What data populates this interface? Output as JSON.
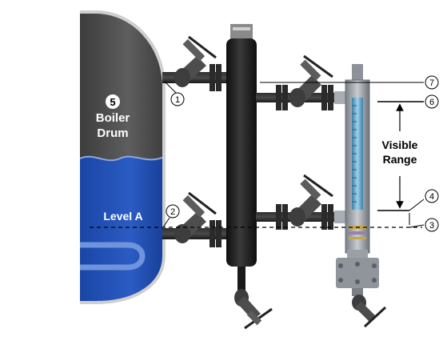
{
  "drum": {
    "callout_number": "5",
    "label_line1": "Boiler",
    "label_line2": "Drum",
    "level_label": "Level A"
  },
  "visible_range": {
    "line1": "Visible",
    "line2": "Range"
  },
  "callouts": [
    "1",
    "2",
    "3",
    "4",
    "6",
    "7"
  ],
  "colors": {
    "steam": "#4a4a4a",
    "water": "#1f4fb3",
    "water_light": "#3e6fd0",
    "pipe": "#1c1c1c",
    "valve": "#5a5a5a"
  }
}
